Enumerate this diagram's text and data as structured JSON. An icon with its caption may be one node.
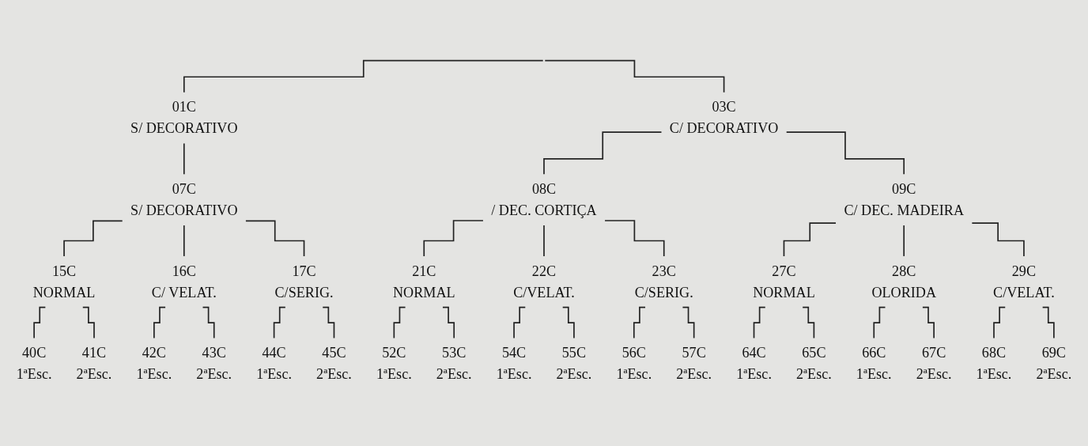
{
  "diagram": {
    "nodes": [
      {
        "text": [
          "01C",
          "S/ DECORATIVO"
        ]
      },
      {
        "text": [
          "03C",
          "C/ DECORATIVO"
        ]
      },
      {
        "text": [
          "07C",
          "S/ DECORATIVO"
        ]
      },
      {
        "text": [
          "08C",
          "/ DEC. CORTIÇA"
        ]
      },
      {
        "text": [
          "09C",
          "C/ DEC. MADEIRA"
        ]
      },
      {
        "text": [
          "15C",
          "NORMAL"
        ]
      },
      {
        "text": [
          "16C",
          "C/ VELAT."
        ]
      },
      {
        "text": [
          "17C",
          "C/SERIG."
        ]
      },
      {
        "text": [
          "21C",
          "NORMAL"
        ]
      },
      {
        "text": [
          "22C",
          "C/VELAT."
        ]
      },
      {
        "text": [
          "23C",
          "C/SERIG."
        ]
      },
      {
        "text": [
          "27C",
          "NORMAL"
        ]
      },
      {
        "text": [
          "28C",
          "OLORIDA"
        ]
      },
      {
        "text": [
          "29C",
          "C/VELAT."
        ]
      },
      {
        "text": [
          "40C",
          "1ªEsc."
        ]
      },
      {
        "text": [
          "41C",
          "2ªEsc."
        ]
      },
      {
        "text": [
          "42C",
          "1ªEsc."
        ]
      },
      {
        "text": [
          "43C",
          "2ªEsc."
        ]
      },
      {
        "text": [
          "44C",
          "1ªEsc."
        ]
      },
      {
        "text": [
          "45C",
          "2ªEsc."
        ]
      },
      {
        "text": [
          "52C",
          "1ªEsc."
        ]
      },
      {
        "text": [
          "53C",
          "2ªEsc."
        ]
      },
      {
        "text": [
          "54C",
          "1ªEsc."
        ]
      },
      {
        "text": [
          "55C",
          "2ªEsc."
        ]
      },
      {
        "text": [
          "56C",
          "1ªEsc."
        ]
      },
      {
        "text": [
          "57C",
          "2ªEsc."
        ]
      },
      {
        "text": [
          "64C",
          "1ªEsc."
        ]
      },
      {
        "text": [
          "65C",
          "2ªEsc."
        ]
      },
      {
        "text": [
          "66C",
          "1ªEsc."
        ]
      },
      {
        "text": [
          "67C",
          "2ªEsc."
        ]
      },
      {
        "text": [
          "68C",
          "1ªEsc."
        ]
      },
      {
        "text": [
          "69C",
          "2ªEsc."
        ]
      }
    ],
    "edges": [
      {
        "from": null,
        "to": 0,
        "arrow": "none"
      },
      {
        "from": null,
        "to": 1,
        "arrow": "none"
      },
      {
        "from": 0,
        "to": 2,
        "arrow": "none"
      },
      {
        "from": 1,
        "to": 3,
        "arrow": "none"
      },
      {
        "from": 1,
        "to": 4,
        "arrow": "none"
      },
      {
        "from": 2,
        "to": 5,
        "arrow": "none"
      },
      {
        "from": 2,
        "to": 6,
        "arrow": "none"
      },
      {
        "from": 2,
        "to": 7,
        "arrow": "none"
      },
      {
        "from": 3,
        "to": 8,
        "arrow": "none"
      },
      {
        "from": 3,
        "to": 9,
        "arrow": "none"
      },
      {
        "from": 3,
        "to": 10,
        "arrow": "none"
      },
      {
        "from": 4,
        "to": 11,
        "arrow": "none"
      },
      {
        "from": 4,
        "to": 12,
        "arrow": "none"
      },
      {
        "from": 4,
        "to": 13,
        "arrow": "none"
      },
      {
        "from": 5,
        "to": 14,
        "arrow": "none"
      },
      {
        "from": 5,
        "to": 15,
        "arrow": "none"
      },
      {
        "from": 6,
        "to": 16,
        "arrow": "none"
      },
      {
        "from": 6,
        "to": 17,
        "arrow": "none"
      },
      {
        "from": 7,
        "to": 18,
        "arrow": "none"
      },
      {
        "from": 7,
        "to": 19,
        "arrow": "none"
      },
      {
        "from": 8,
        "to": 20,
        "arrow": "none"
      },
      {
        "from": 8,
        "to": 21,
        "arrow": "none"
      },
      {
        "from": 9,
        "to": 22,
        "arrow": "none"
      },
      {
        "from": 9,
        "to": 23,
        "arrow": "none"
      },
      {
        "from": 10,
        "to": 24,
        "arrow": "none"
      },
      {
        "from": 10,
        "to": 25,
        "arrow": "none"
      },
      {
        "from": 11,
        "to": 26,
        "arrow": "none"
      },
      {
        "from": 11,
        "to": 27,
        "arrow": "none"
      },
      {
        "from": 12,
        "to": 28,
        "arrow": "none"
      },
      {
        "from": 12,
        "to": 29,
        "arrow": "none"
      },
      {
        "from": 13,
        "to": 30,
        "arrow": "none"
      },
      {
        "from": 13,
        "to": 31,
        "arrow": "none"
      }
    ]
  }
}
